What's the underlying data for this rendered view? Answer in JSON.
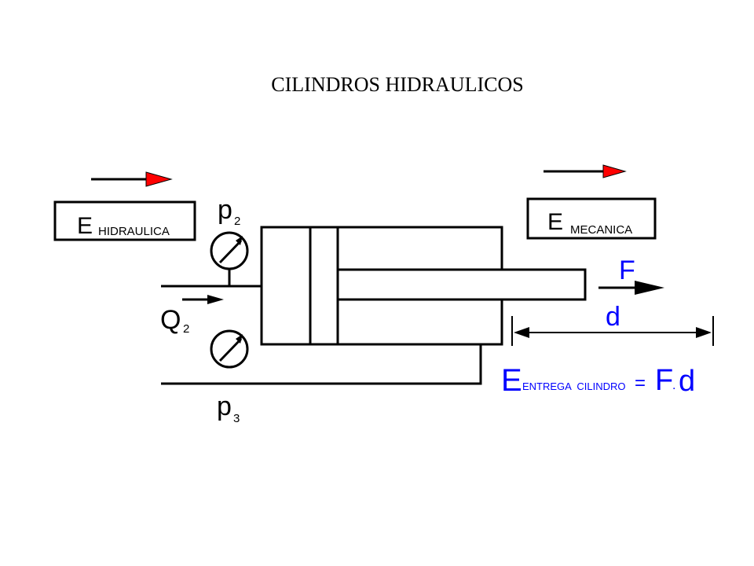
{
  "title": "CILINDROS HIDRAULICOS",
  "labels": {
    "e_main": "E",
    "e_hidraulica_sub": "HIDRAULICA",
    "e_mecanica_sub": "MECANICA",
    "p2_main": "p",
    "p2_sub": "2",
    "p3_main": "p",
    "p3_sub": "3",
    "q2_main": "Q",
    "q2_sub": "2",
    "force": "F",
    "distance": "d"
  },
  "equation": {
    "e_main": "E",
    "e_sub": "ENTREGA  CILINDRO",
    "equals": "=",
    "f": "F",
    "dot": ".",
    "d": "d"
  },
  "colors": {
    "line": "#000000",
    "energy_arrow": "#ff0000",
    "equation_text": "#0000ff",
    "background": "#ffffff"
  }
}
